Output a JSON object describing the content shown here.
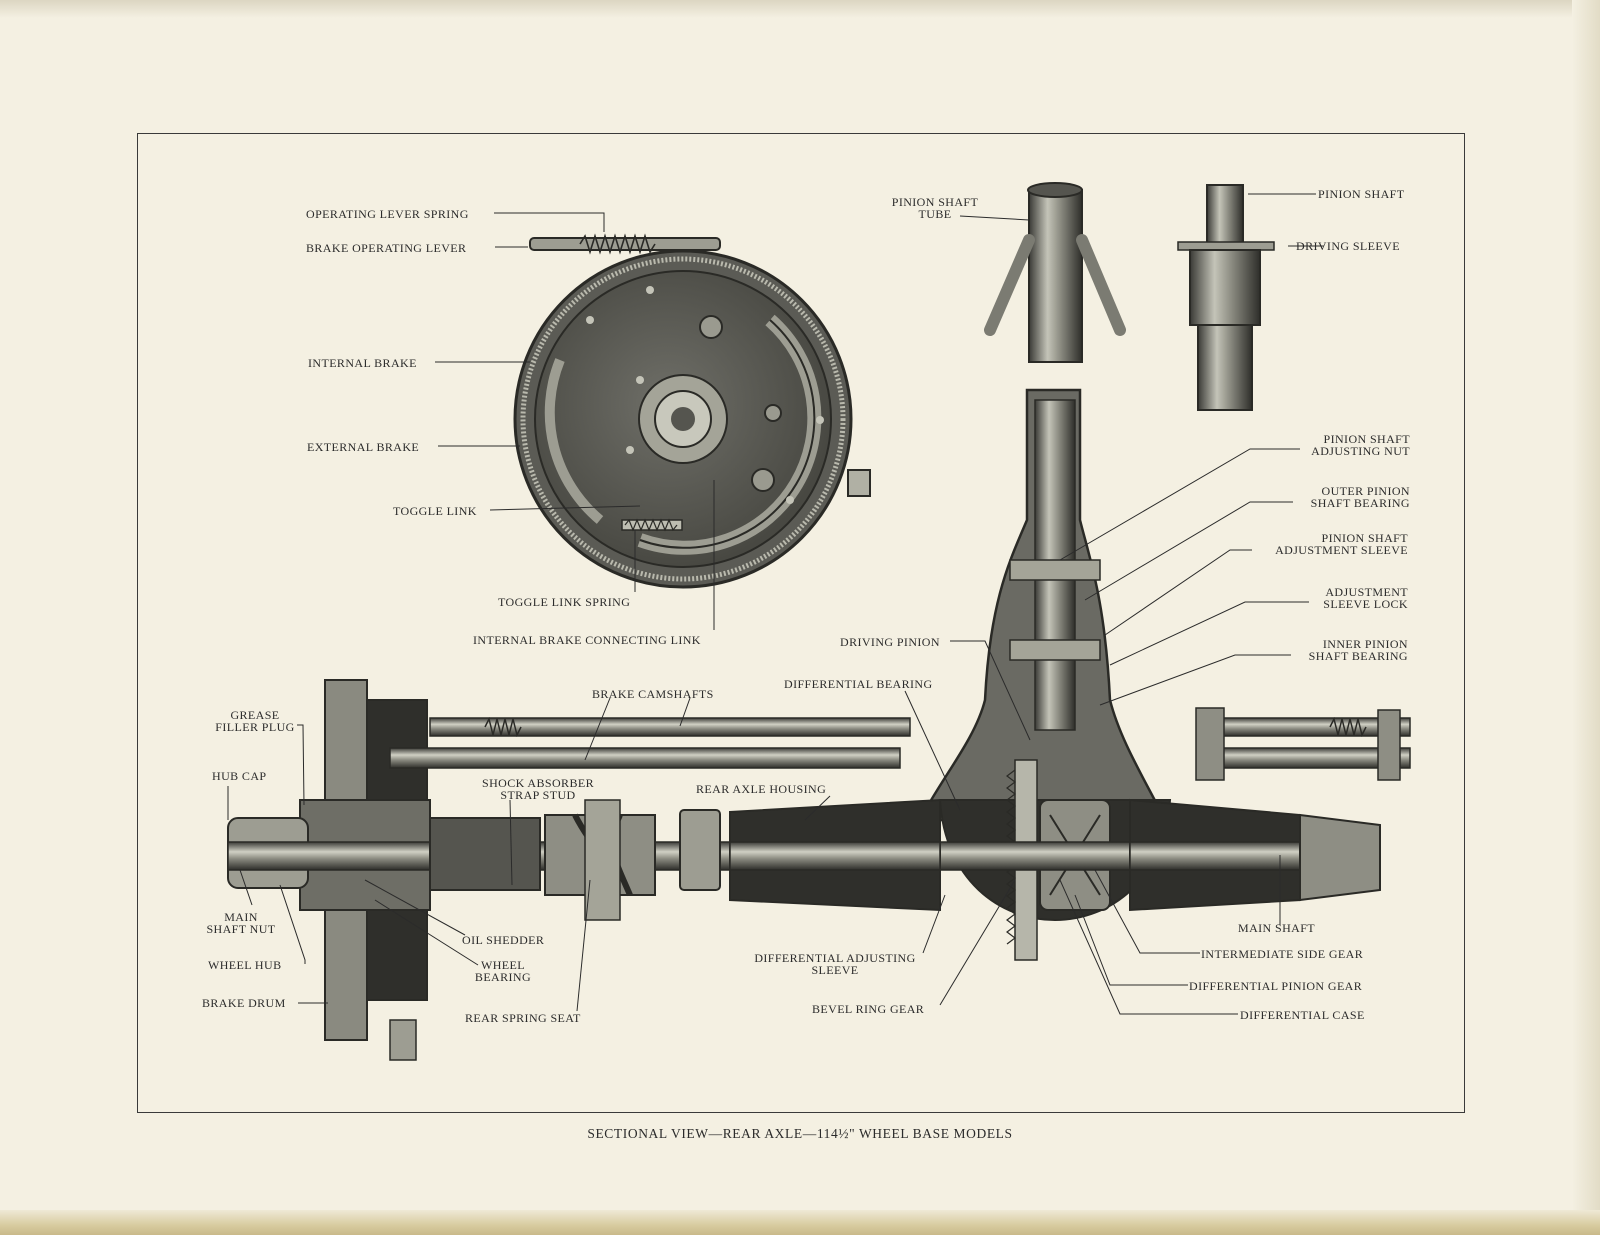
{
  "caption": "SECTIONAL VIEW—REAR AXLE—114½\" WHEEL BASE MODELS",
  "labels": {
    "operating_lever_spring": "OPERATING LEVER SPRING",
    "brake_operating_lever": "BRAKE OPERATING LEVER",
    "internal_brake": "INTERNAL BRAKE",
    "external_brake": "EXTERNAL BRAKE",
    "toggle_link": "TOGGLE LINK",
    "toggle_link_spring": "TOGGLE LINK SPRING",
    "internal_brake_connecting_link": "INTERNAL BRAKE CONNECTING  LINK",
    "pinion_shaft_tube_1": "PINION SHAFT",
    "pinion_shaft_tube_2": "TUBE",
    "pinion_shaft": "PINION SHAFT",
    "driving_sleeve": "DRIVING SLEEVE",
    "pinion_shaft_adjusting_nut_1": "PINION SHAFT",
    "pinion_shaft_adjusting_nut_2": "ADJUSTING NUT",
    "outer_pinion_shaft_bearing_1": "OUTER PINION",
    "outer_pinion_shaft_bearing_2": "SHAFT BEARING",
    "pinion_shaft_adjustment_sleeve_1": "PINION SHAFT",
    "pinion_shaft_adjustment_sleeve_2": "ADJUSTMENT SLEEVE",
    "adjustment_sleeve_lock_1": "ADJUSTMENT",
    "adjustment_sleeve_lock_2": "SLEEVE LOCK",
    "inner_pinion_shaft_bearing_1": "INNER PINION",
    "inner_pinion_shaft_bearing_2": "SHAFT BEARING",
    "driving_pinion": "DRIVING PINION",
    "differential_bearing": "DIFFERENTIAL BEARING",
    "brake_camshafts": "BRAKE CAMSHAFTS",
    "grease_filler_plug_1": "GREASE",
    "grease_filler_plug_2": "FILLER PLUG",
    "hub_cap": "HUB CAP",
    "shock_absorber_strap_stud_1": "SHOCK ABSORBER",
    "shock_absorber_strap_stud_2": "STRAP STUD",
    "rear_axle_housing": "REAR AXLE HOUSING",
    "main_shaft_nut_1": "MAIN",
    "main_shaft_nut_2": "SHAFT NUT",
    "oil_shedder": "OIL SHEDDER",
    "wheel_hub": "WHEEL HUB",
    "wheel_bearing_1": "WHEEL",
    "wheel_bearing_2": "BEARING",
    "brake_drum": "BRAKE DRUM",
    "rear_spring_seat": "REAR SPRING SEAT",
    "differential_adjusting_sleeve_1": "DIFFERENTIAL ADJUSTING",
    "differential_adjusting_sleeve_2": "SLEEVE",
    "bevel_ring_gear": "BEVEL RING GEAR",
    "main_shaft": "MAIN SHAFT",
    "intermediate_side_gear": "INTERMEDIATE SIDE GEAR",
    "differential_pinion_gear": "DIFFERENTIAL PINION GEAR",
    "differential_case": "DIFFERENTIAL CASE"
  },
  "colors": {
    "ink": "#2b2b2b",
    "paper": "#f4f0e2",
    "metal_dark": "#3a3a36",
    "metal_mid": "#7b7b72",
    "metal_light": "#c4c4b8"
  }
}
